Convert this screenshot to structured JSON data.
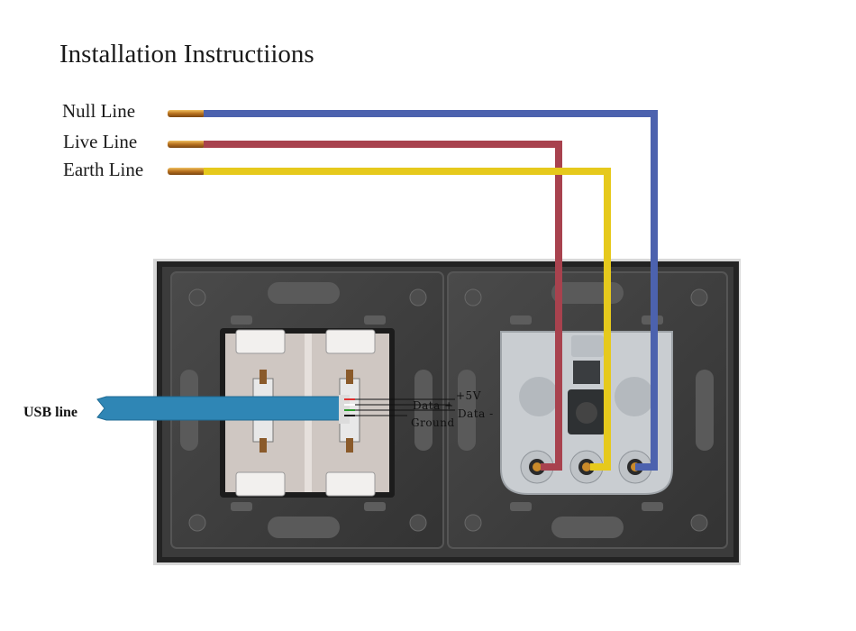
{
  "title": "Installation Instructiions",
  "wires": [
    {
      "label": "Null Line",
      "color": "#4c62ae"
    },
    {
      "label": "Live Line",
      "color": "#a8424e"
    },
    {
      "label": "Earth Line",
      "color": "#e6c91c"
    }
  ],
  "usb": {
    "label": "USB line",
    "color": "#2f86b5",
    "pins": {
      "plus5v": "+5V",
      "data_plus": "Data +",
      "data_minus": "Data -",
      "ground": "Ground"
    }
  },
  "colors": {
    "panel": "#3e3e3e",
    "frame": "#2a2a2a",
    "module": "#d2d2d2",
    "copper": "#c98a2a"
  }
}
